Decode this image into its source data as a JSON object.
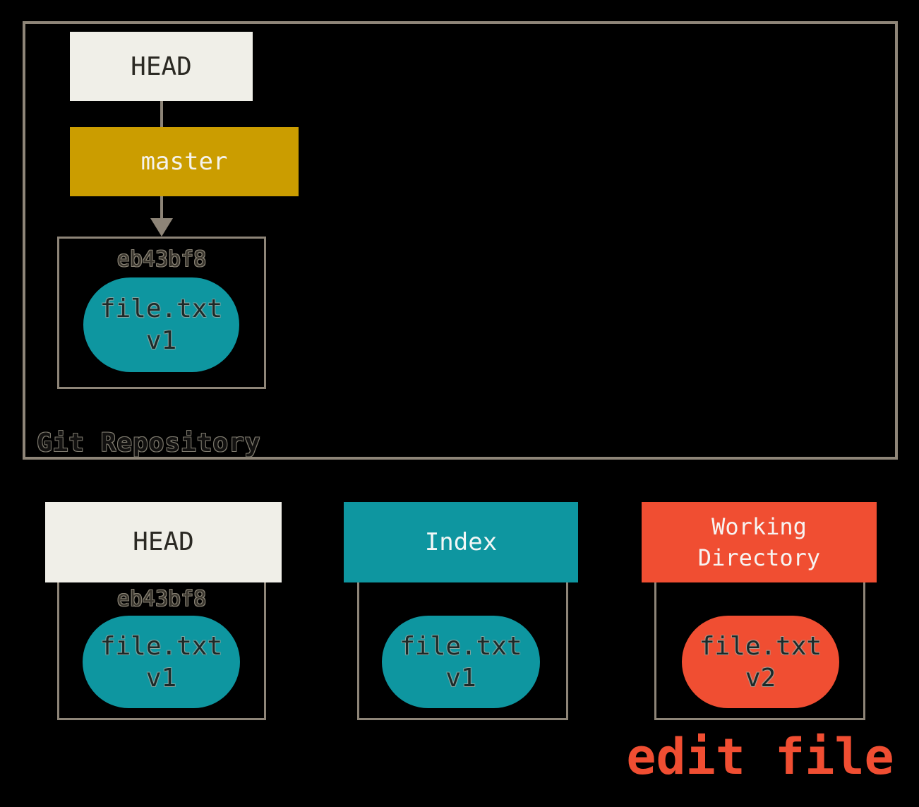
{
  "diagram": {
    "repository": {
      "label": "Git Repository",
      "head": "HEAD",
      "branch": "master",
      "commit": {
        "hash": "eb43bf8",
        "file": "file.txt",
        "version": "v1"
      }
    },
    "columns": [
      {
        "title": "HEAD",
        "hash": "eb43bf8",
        "file": "file.txt",
        "version": "v1"
      },
      {
        "title": "Index",
        "hash": "",
        "file": "file.txt",
        "version": "v1"
      },
      {
        "title": "Working Directory",
        "hash": "",
        "file": "file.txt",
        "version": "v2"
      }
    ],
    "action": "edit file"
  },
  "colors": {
    "background": "#000000",
    "cream": "#f0efe8",
    "gold": "#cb9d00",
    "teal": "#0e96a0",
    "orange": "#f04e32",
    "border_gray": "#8e8578",
    "arrow_gray": "#8d8477",
    "action_text": "#f04e32"
  }
}
